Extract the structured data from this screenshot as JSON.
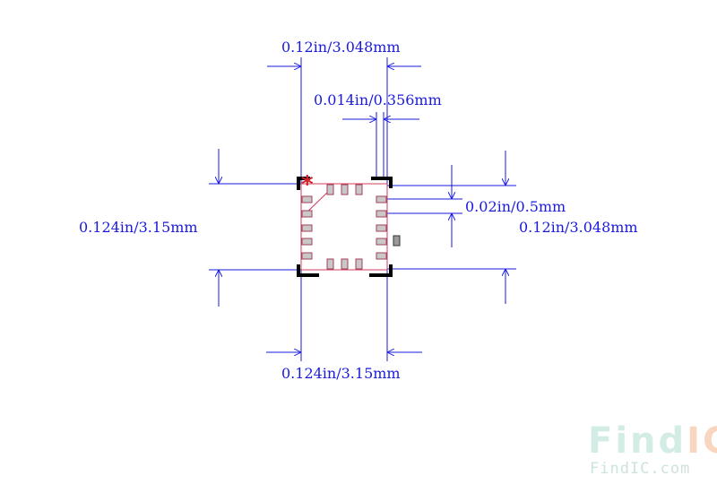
{
  "dimensions": {
    "top_width": "0.12in/3.048mm",
    "pad_width": "0.014in/0.356mm",
    "pitch": "0.02in/0.5mm",
    "left_height": "0.124in/3.15mm",
    "right_height": "0.12in/3.048mm",
    "bottom_width": "0.124in/3.15mm"
  },
  "pin1_marker": "*",
  "watermark": {
    "brand_find": "Find",
    "brand_ic": "IC",
    "url": "FindIC.com"
  },
  "colors": {
    "dimension": "#1a1adf",
    "body_outline": "#d23c5a",
    "pad_fill": "#c8c8c8",
    "silkscreen": "#000000",
    "pin1": "#d2232a"
  }
}
